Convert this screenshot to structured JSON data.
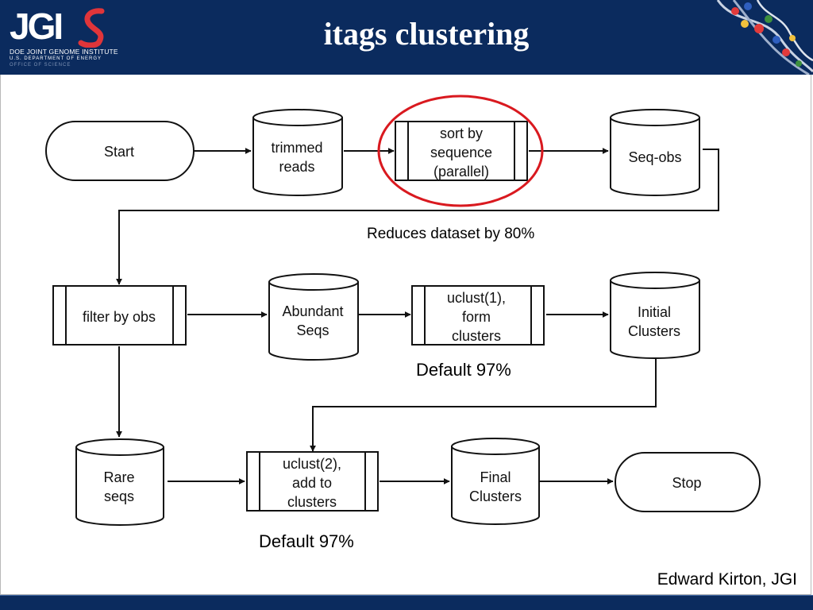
{
  "header": {
    "logo_text": "JGI",
    "logo_line1": "DOE JOINT GENOME INSTITUTE",
    "logo_line2": "U.S. DEPARTMENT OF ENERGY",
    "logo_line3": "OFFICE OF SCIENCE",
    "title": "itags clustering"
  },
  "flow": {
    "start": "Start",
    "trimmed": [
      "trimmed",
      "reads"
    ],
    "sort": [
      "sort by",
      "sequence",
      "(parallel)"
    ],
    "seqobs": "Seq-obs",
    "filter": "filter by obs",
    "abundant": [
      "Abundant",
      "Seqs"
    ],
    "uclust1": [
      "uclust(1),",
      "form",
      "clusters"
    ],
    "initial": [
      "Initial",
      "Clusters"
    ],
    "rare": [
      "Rare",
      "seqs"
    ],
    "uclust2": [
      "uclust(2),",
      "add to",
      "clusters"
    ],
    "final": [
      "Final",
      "Clusters"
    ],
    "stop": "Stop"
  },
  "notes": {
    "reduce": "Reduces dataset by 80%",
    "default1": "Default 97%",
    "default2": "Default 97%"
  },
  "credit": "Edward Kirton, JGI",
  "colors": {
    "header_bg": "#0b2b5e",
    "highlight_circle": "#d9191f",
    "logo_swoosh": "#e0353a"
  }
}
